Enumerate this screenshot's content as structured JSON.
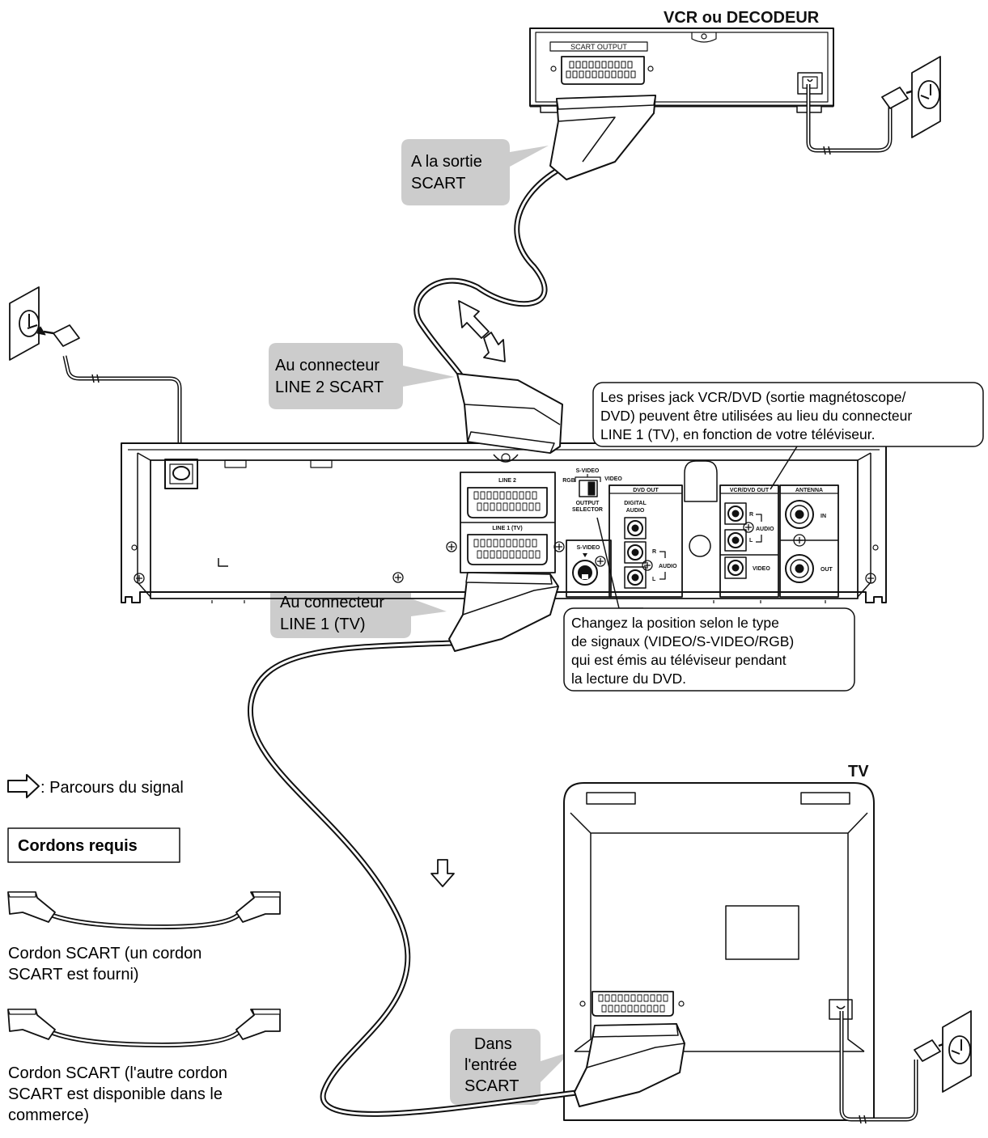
{
  "devices": {
    "vcr": {
      "title": "VCR ou DECODEUR",
      "panel_label": "SCART OUTPUT"
    },
    "tv": {
      "title": "TV"
    },
    "dvd": {
      "line2": "LINE 2",
      "line1": "LINE 1 (TV)",
      "s_video_top": "S-VIDEO",
      "rgb": "RGB",
      "video_sw": "VIDEO",
      "output_selector_1": "OUTPUT",
      "output_selector_2": "SELECTOR",
      "dvd_out": "DVD OUT",
      "digital_1": "DIGITAL",
      "digital_2": "AUDIO",
      "s_video_jack": "S-VIDEO",
      "r": "R",
      "l": "L",
      "audio": "AUDIO",
      "vcr_dvd_out": "VCR/DVD OUT",
      "antenna": "ANTENNA",
      "r2": "R",
      "l2": "L",
      "audio2": "AUDIO",
      "video": "VIDEO",
      "in": "IN",
      "out": "OUT"
    }
  },
  "callouts": {
    "scart_out": [
      "A la sortie",
      "SCART"
    ],
    "line2": [
      "Au connecteur",
      "LINE 2 SCART"
    ],
    "line1": [
      "Au connecteur",
      "LINE 1 (TV)"
    ],
    "tv_in": [
      "Dans",
      "l'entrée",
      "SCART"
    ],
    "vcr_dvd_note": [
      "Les prises jack VCR/DVD (sortie magnétoscope/",
      "DVD) peuvent être utilisées au lieu du connecteur",
      "LINE 1 (TV), en fonction de votre téléviseur."
    ],
    "selector_note": [
      "Changez la position selon le type",
      "de signaux (VIDEO/S-VIDEO/RGB)",
      "qui est émis au téléviseur pendant",
      "la lecture du DVD."
    ]
  },
  "legend": {
    "signal_path": ": Parcours du signal",
    "required_cords": "Cordons requis",
    "cord1": [
      "Cordon SCART (un cordon",
      "SCART est fourni)"
    ],
    "cord2": [
      "Cordon SCART (l'autre cordon",
      "SCART est disponible dans le",
      "commerce)"
    ]
  },
  "colors": {
    "callout": "#cccccc",
    "line": "#111111"
  }
}
